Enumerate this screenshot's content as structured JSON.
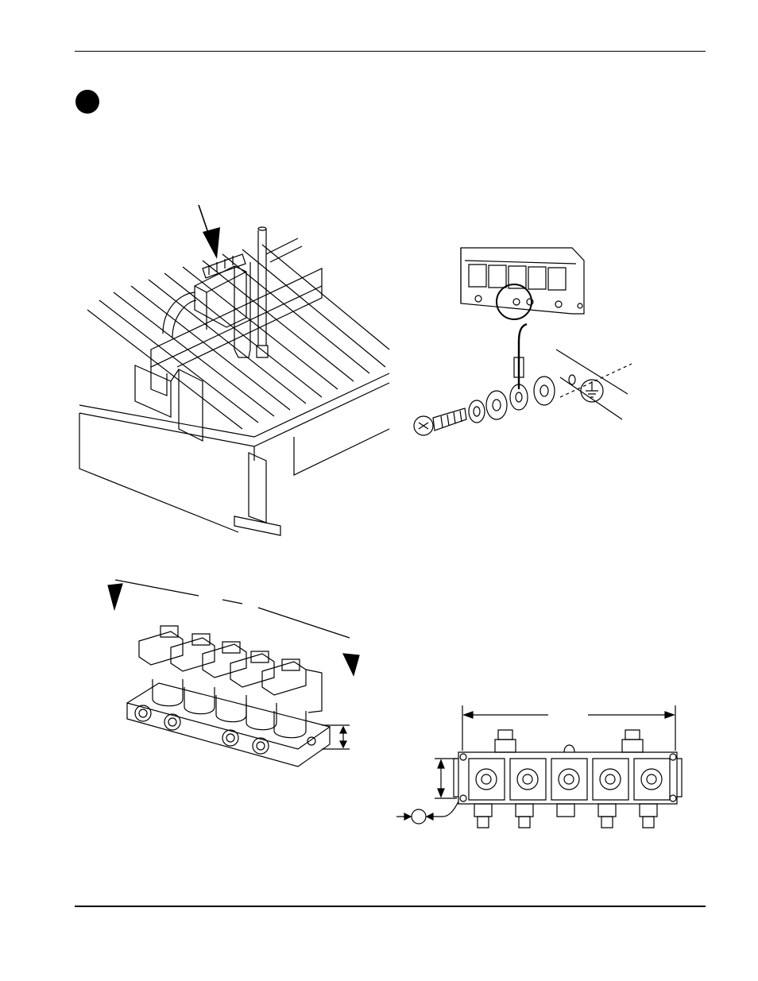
{
  "page": {
    "header_rule": true,
    "footer_rule": true
  },
  "step_marker": {
    "shape": "filled-circle",
    "color": "#000000"
  },
  "figures": [
    {
      "id": "table-gantry",
      "icon": "cutting-table-gantry-illustration"
    },
    {
      "id": "ground-connection",
      "icon": "ground-screw-washers-illustration"
    },
    {
      "id": "valve-manifold-iso",
      "icon": "solenoid-valve-manifold-isometric"
    },
    {
      "id": "valve-manifold-front",
      "icon": "solenoid-valve-manifold-front-view"
    }
  ]
}
